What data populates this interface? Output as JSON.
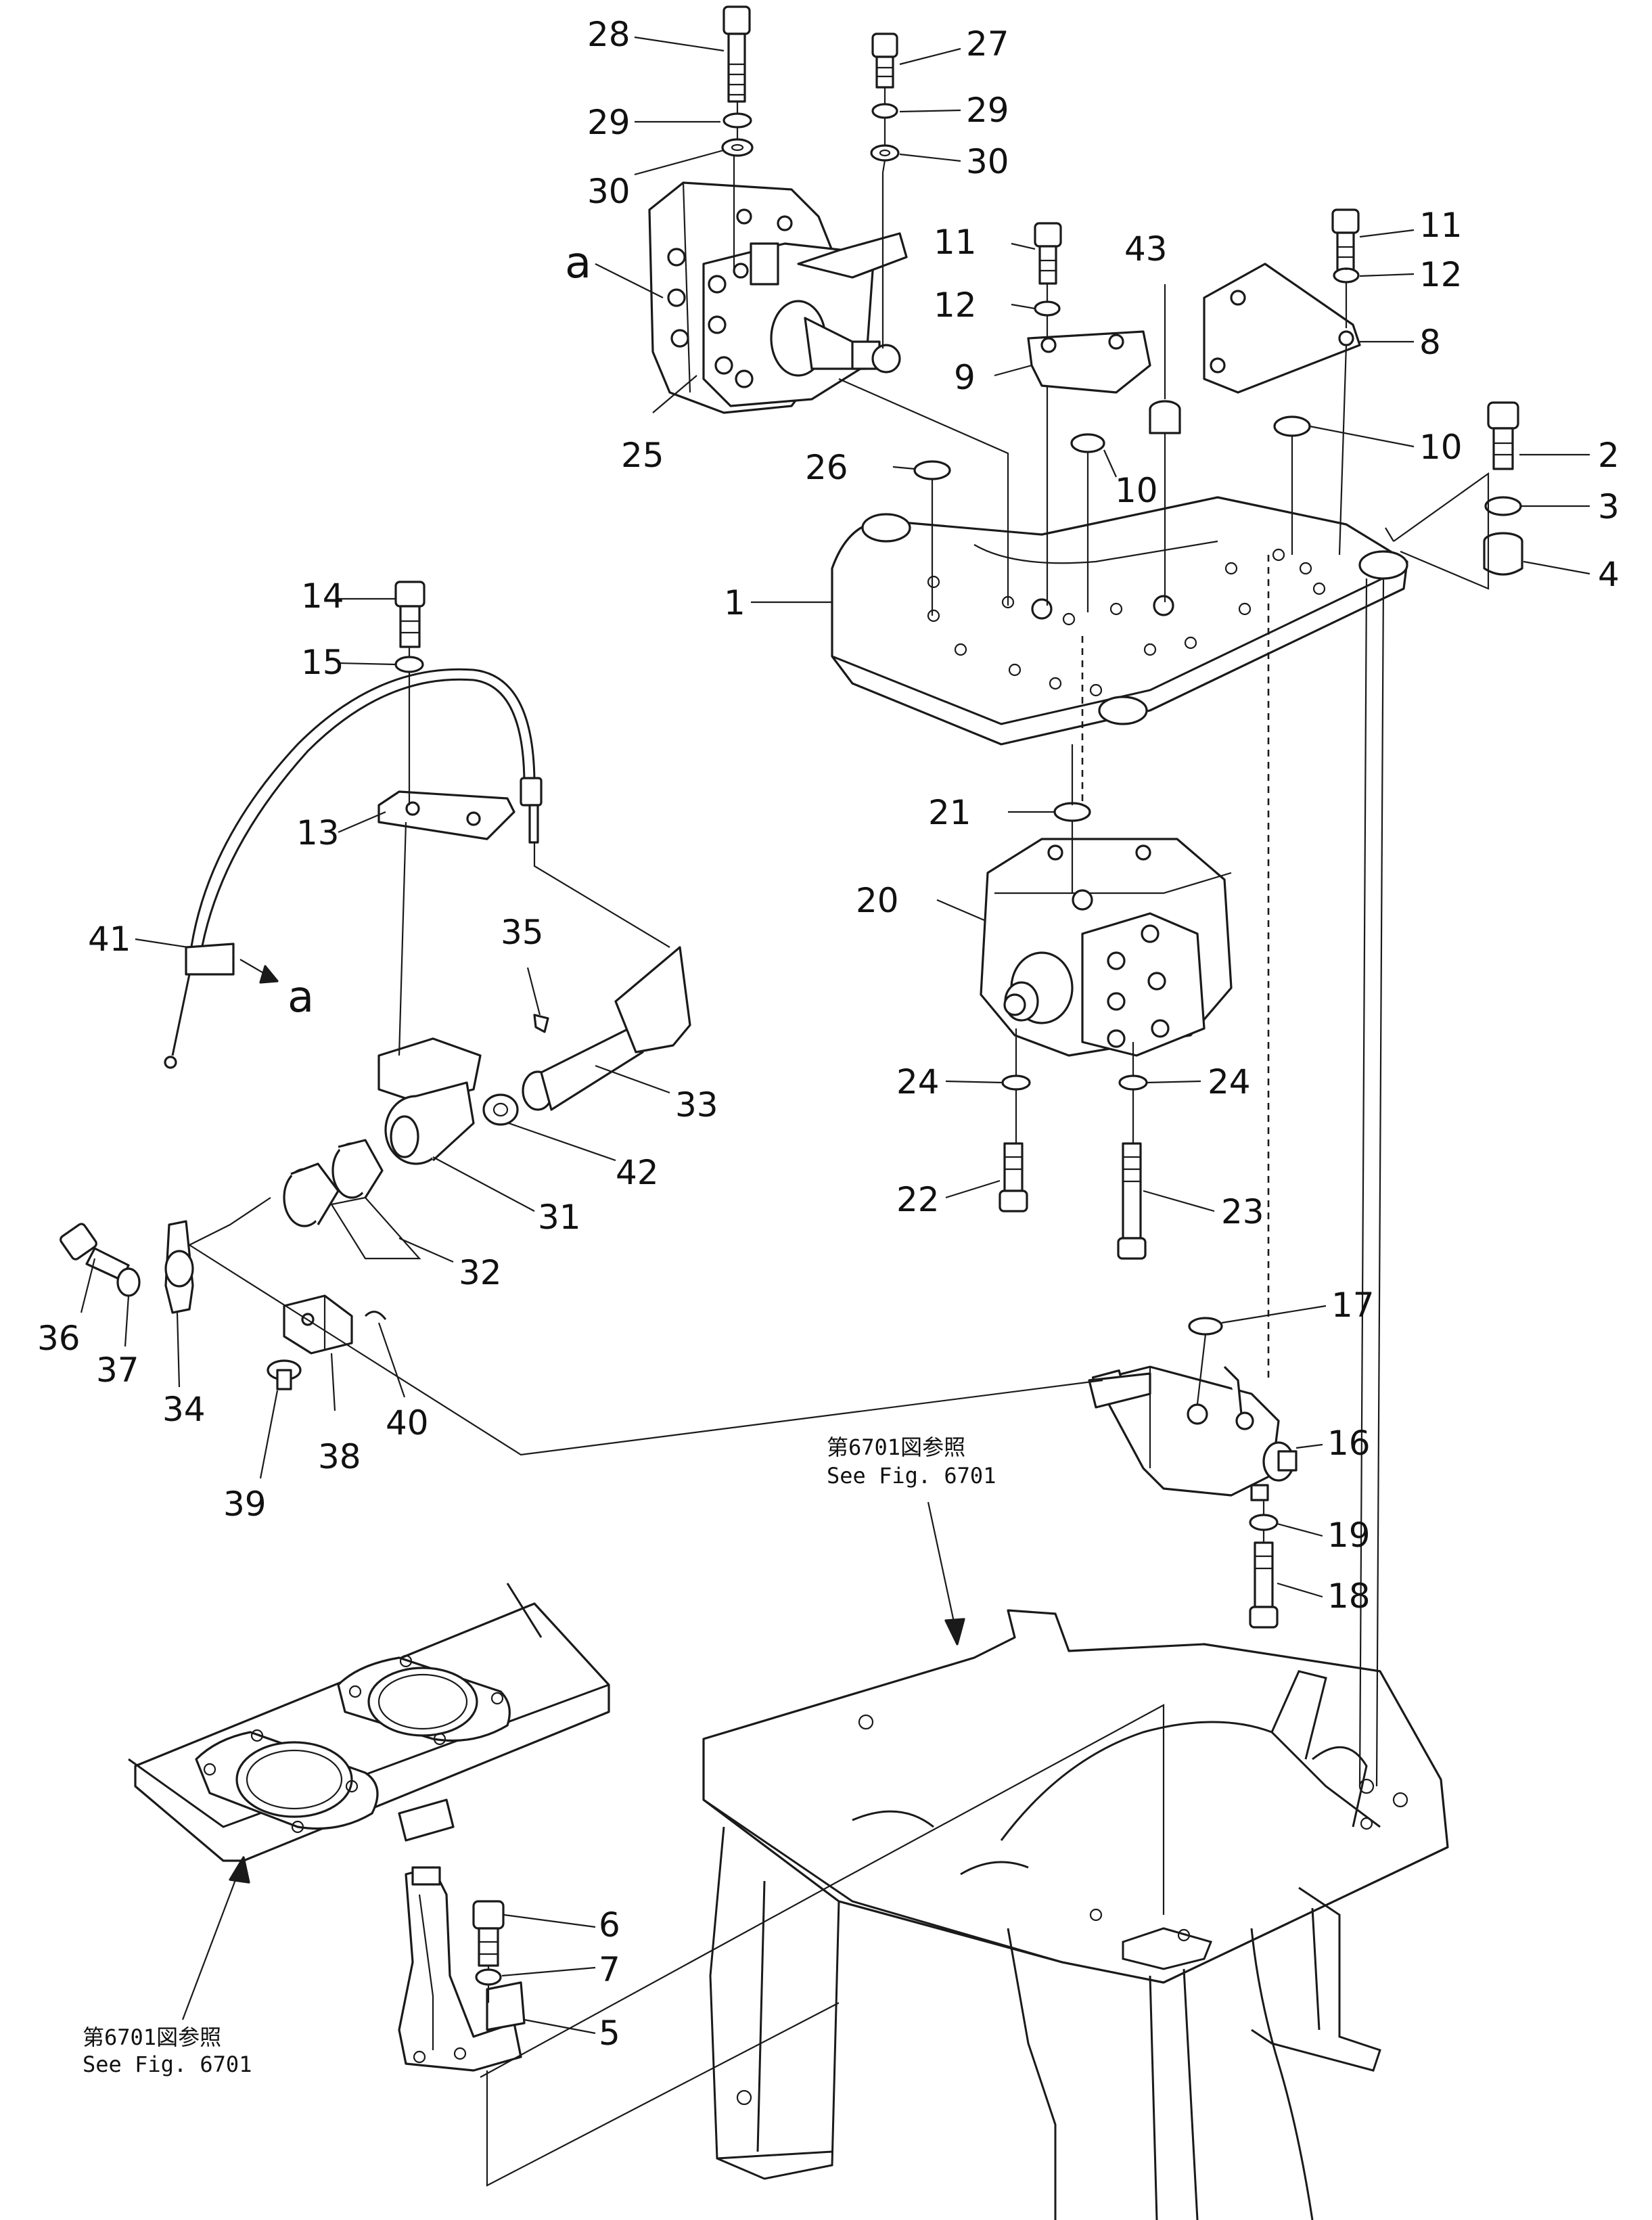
{
  "callouts": {
    "c1": "1",
    "c2": "2",
    "c3": "3",
    "c4": "4",
    "c5": "5",
    "c6": "6",
    "c7": "7",
    "c8": "8",
    "c9": "9",
    "c10a": "10",
    "c10b": "10",
    "c11a": "11",
    "c11b": "11",
    "c12a": "12",
    "c12b": "12",
    "c13": "13",
    "c14": "14",
    "c15": "15",
    "c16": "16",
    "c17": "17",
    "c18": "18",
    "c19": "19",
    "c20": "20",
    "c21": "21",
    "c22": "22",
    "c23": "23",
    "c24a": "24",
    "c24b": "24",
    "c25": "25",
    "c26": "26",
    "c27": "27",
    "c28": "28",
    "c29a": "29",
    "c29b": "29",
    "c30a": "30",
    "c30b": "30",
    "c31": "31",
    "c32": "32",
    "c33": "33",
    "c34": "34",
    "c35": "35",
    "c36": "36",
    "c37": "37",
    "c38": "38",
    "c39": "39",
    "c40": "40",
    "c41": "41",
    "c42": "42",
    "c43": "43"
  },
  "markers": {
    "a_top": "a",
    "a_cable": "a"
  },
  "notes": {
    "ref_right_jp": "第6701図参照",
    "ref_right_en": "See Fig. 6701",
    "ref_left_jp": "第6701図参照",
    "ref_left_en": "See Fig. 6701"
  }
}
